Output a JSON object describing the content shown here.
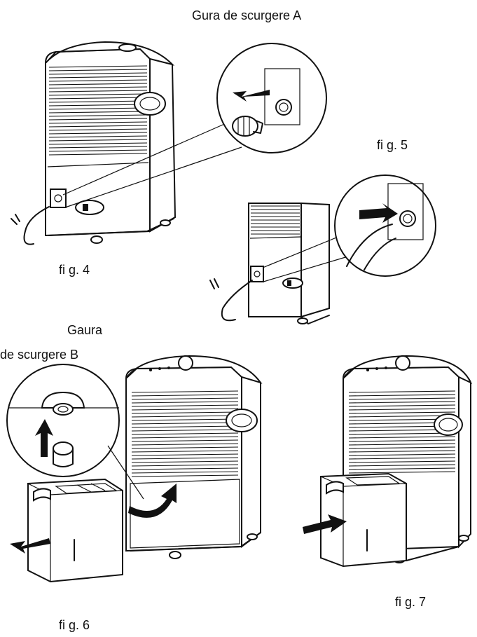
{
  "labels": {
    "drain_a": "Gura de scurgere A",
    "drain_b_line1": "Gaura",
    "drain_b_line2": "de scurgere B",
    "fig4": "fi g. 4",
    "fig5": "fi g. 5",
    "fig6": "fi g. 6",
    "fig7": "fi g. 7"
  },
  "colors": {
    "ink": "#111111",
    "paper": "#ffffff"
  }
}
